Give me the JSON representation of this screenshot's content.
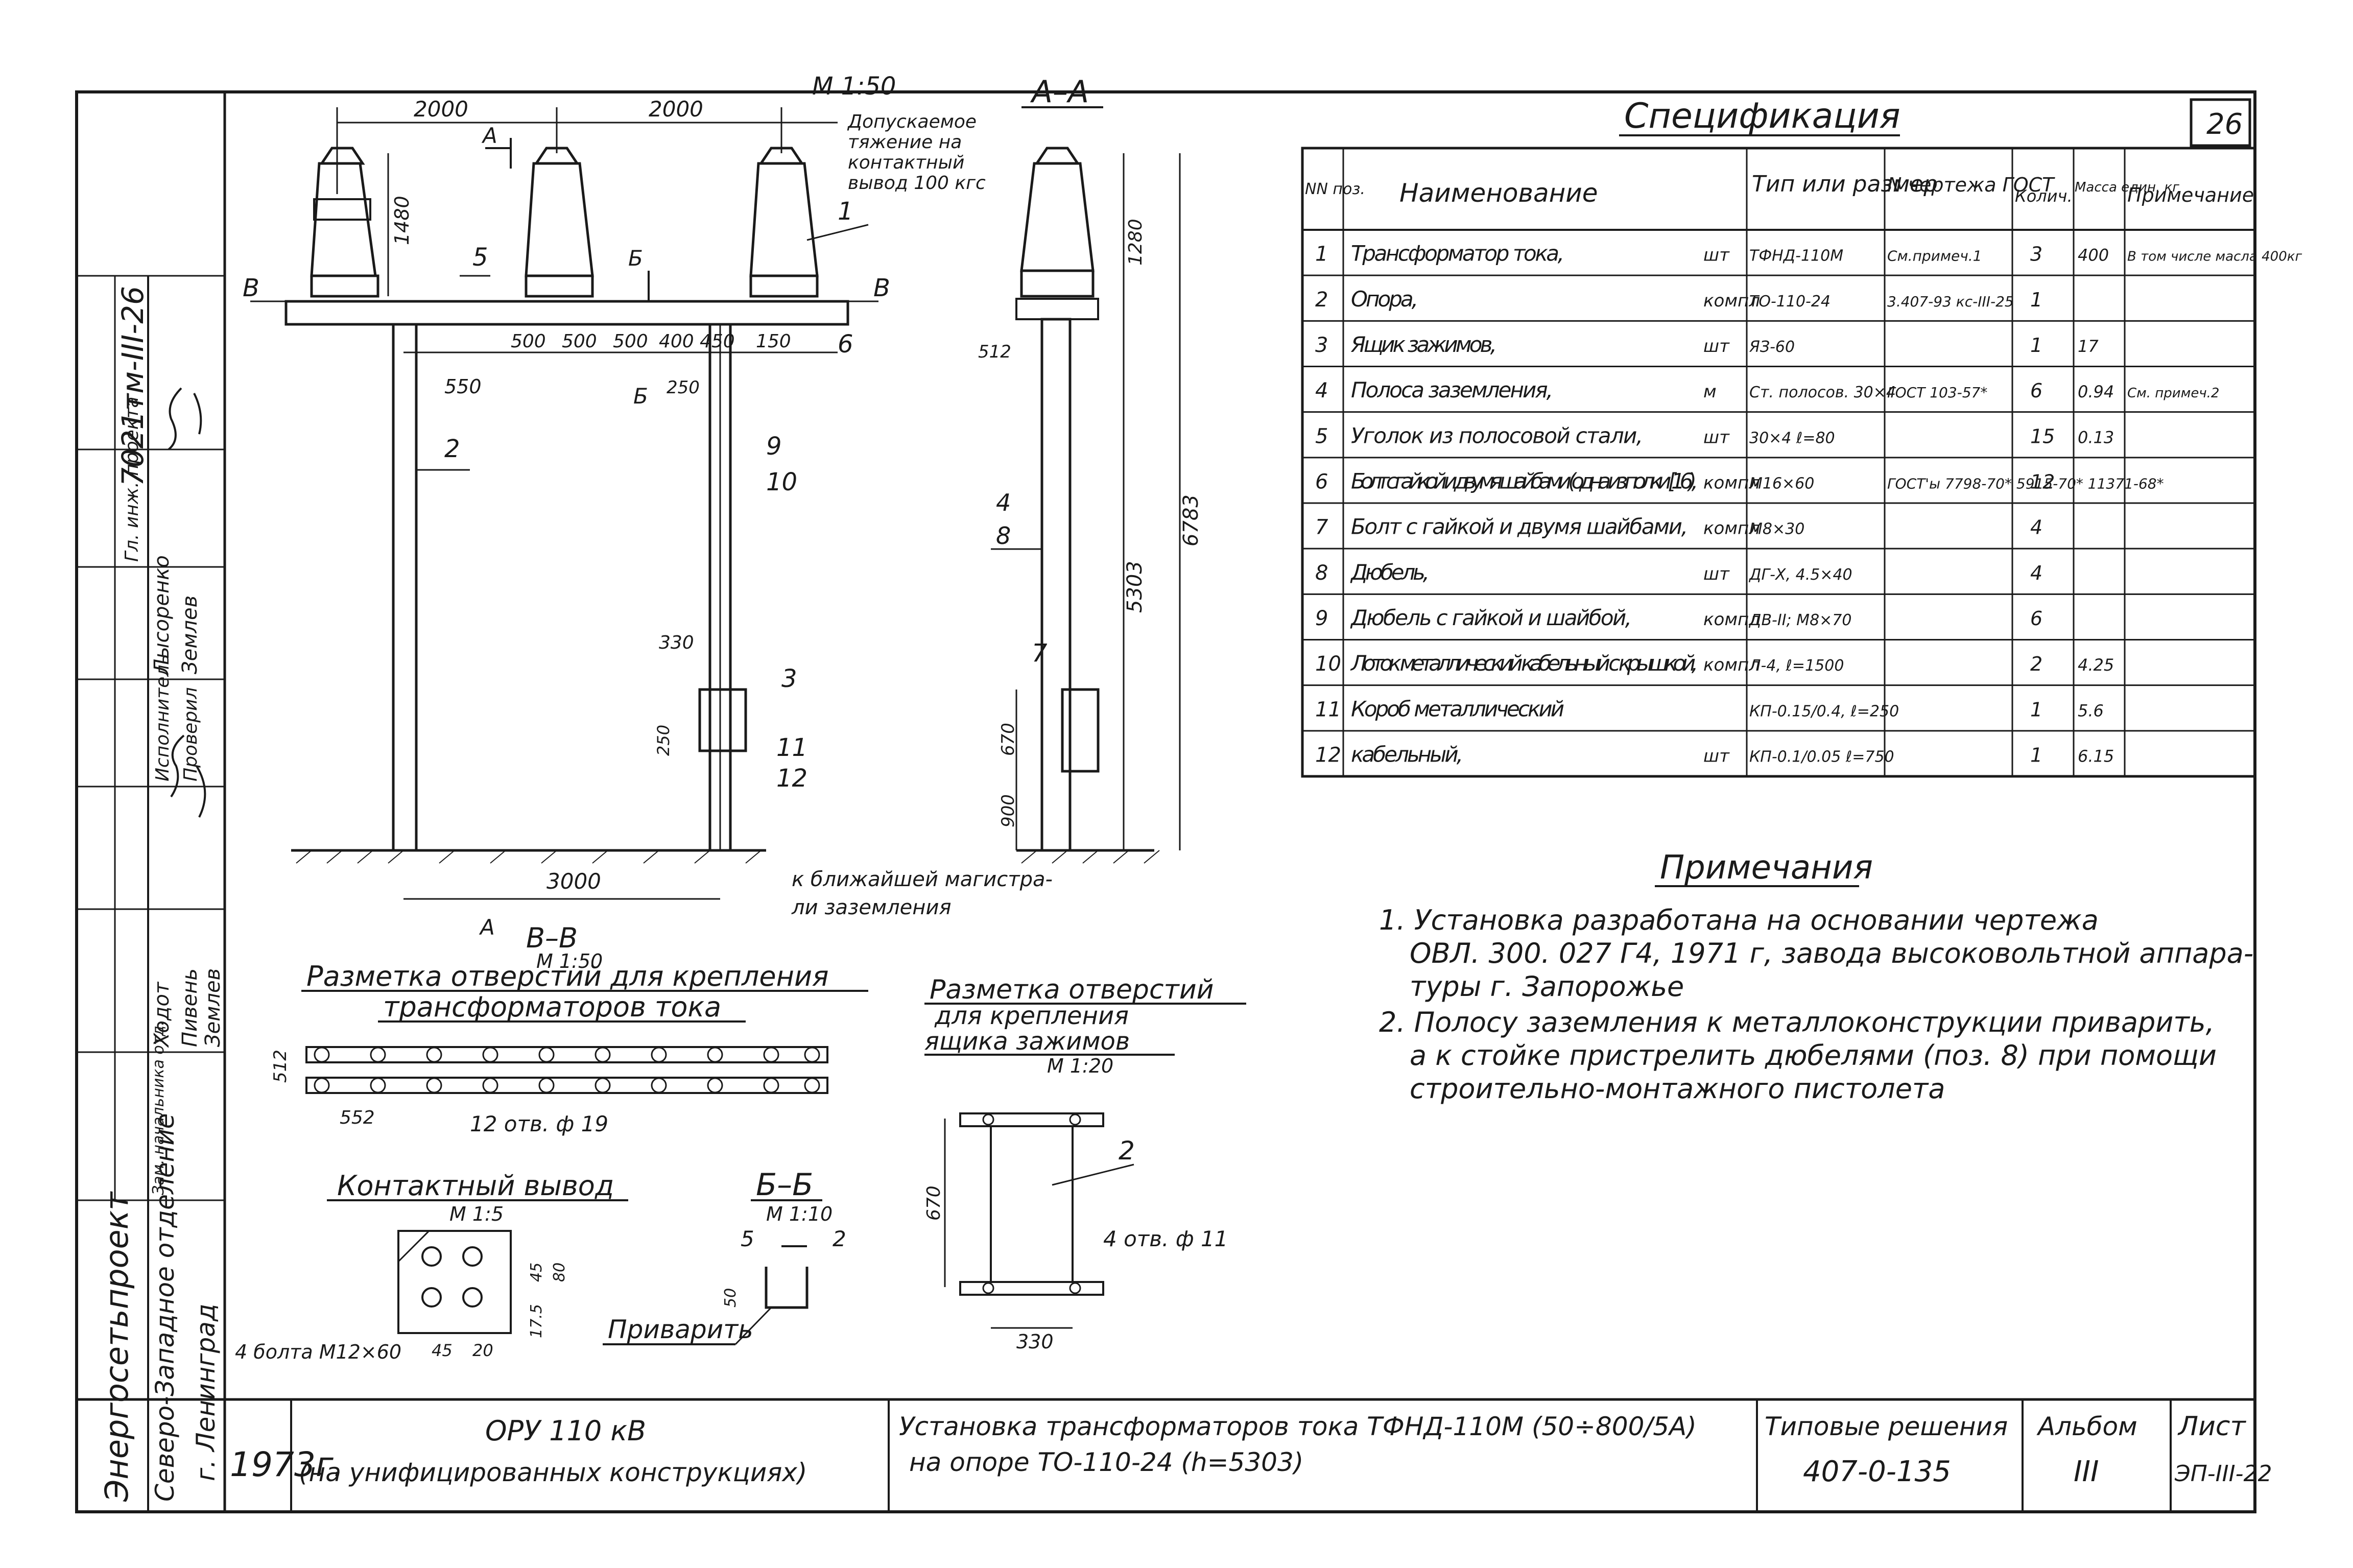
{
  "sheet_no": "26",
  "scale_main": "М 1:50",
  "spec": {
    "title": "Спецификация",
    "headers": [
      "NN поз.",
      "Наименование",
      "Тип или размер",
      "N чертежа ГОСТ",
      "Колич.",
      "Масса един. кг",
      "Примечание"
    ],
    "rows": [
      {
        "pos": "1",
        "name": "Трансформатор тока,",
        "unit": "шт",
        "type": "ТФНД-110М",
        "doc": "См.примеч.1",
        "qty": "3",
        "mass": "400",
        "note": "В том числе масла 400кг"
      },
      {
        "pos": "2",
        "name": "Опора,",
        "unit": "компл",
        "type": "ТО-110-24",
        "doc": "3.407-93 кс-III-25",
        "qty": "1",
        "mass": "",
        "note": ""
      },
      {
        "pos": "3",
        "name": "Ящик зажимов,",
        "unit": "шт",
        "type": "ЯЗ-60",
        "doc": "",
        "qty": "1",
        "mass": "17",
        "note": ""
      },
      {
        "pos": "4",
        "name": "Полоса заземления,",
        "unit": "м",
        "type": "Ст. полосов. 30×4",
        "doc": "ГОСТ 103-57*",
        "qty": "6",
        "mass": "0.94",
        "note": "См. примеч.2"
      },
      {
        "pos": "5",
        "name": "Уголок из полосовой стали,",
        "unit": "шт",
        "type": "30×4 ℓ=80",
        "doc": "",
        "qty": "15",
        "mass": "0.13",
        "note": ""
      },
      {
        "pos": "6",
        "name": "Болт с гайкой и двумя шайбами (одна из полки [16),",
        "unit": "компл",
        "type": "М16×60",
        "doc": "ГОСТ'ы 7798-70* 5915-70* 11371-68*",
        "qty": "12",
        "mass": "",
        "note": ""
      },
      {
        "pos": "7",
        "name": "Болт с гайкой и двумя шайбами,",
        "unit": "компл",
        "type": "М8×30",
        "doc": "",
        "qty": "4",
        "mass": "",
        "note": ""
      },
      {
        "pos": "8",
        "name": "Дюбель,",
        "unit": "шт",
        "type": "ДГ-Х, 4.5×40",
        "doc": "",
        "qty": "4",
        "mass": "",
        "note": ""
      },
      {
        "pos": "9",
        "name": "Дюбель с гайкой и шайбой,",
        "unit": "компл",
        "type": "ДВ-II; М8×70",
        "doc": "",
        "qty": "6",
        "mass": "",
        "note": ""
      },
      {
        "pos": "10",
        "name": "Лоток металлический кабельный с крышкой,",
        "unit": "компл",
        "type": "Л-4, ℓ=1500",
        "doc": "",
        "qty": "2",
        "mass": "4.25",
        "note": ""
      },
      {
        "pos": "11",
        "name": "Короб металлический",
        "unit": "",
        "type": "КП-0.15/0.4, ℓ=250",
        "doc": "",
        "qty": "1",
        "mass": "5.6",
        "note": ""
      },
      {
        "pos": "12",
        "name": "кабельный,",
        "unit": "шт",
        "type": "КП-0.1/0.05 ℓ=750",
        "doc": "",
        "qty": "1",
        "mass": "6.15",
        "note": ""
      }
    ]
  },
  "notes": {
    "title": "Примечания",
    "lines": [
      "1. Установка разработана на основании чертежа",
      "ОВЛ. 300. 027 Г4, 1971 г, завода высоковольтной аппара-",
      "туры г. Запорожье",
      "2. Полосу заземления к металлоконструкции приварить,",
      "а к стойке пристрелить дюбелями (поз. 8) при помощи",
      "строительно-монтажного пистолета"
    ]
  },
  "drawing": {
    "dims_top": [
      "2000",
      "2000"
    ],
    "dim_1480": "1480",
    "dims_row": [
      "550",
      "500",
      "500",
      "500",
      "400",
      "450",
      "150"
    ],
    "dim_250": "250",
    "dim_3000": "3000",
    "dim_330": "330",
    "dim_250b": "250",
    "pos_labels": [
      "1",
      "2",
      "5",
      "6",
      "9",
      "10",
      "3",
      "11",
      "12",
      "4",
      "8",
      "7"
    ],
    "sec_A": "А",
    "sec_B": "Б",
    "sec_V": "В",
    "allow_load": [
      "Допускаемое",
      "тяжение на",
      "контактный",
      "вывод 100 кгс"
    ],
    "to_ground": [
      "к ближайшей магистра-",
      "ли заземления"
    ],
    "aa_title": "А–А",
    "aa_dims": [
      "1280",
      "512",
      "5303",
      "6783",
      "670",
      "900"
    ]
  },
  "views": {
    "vv_title": "В–В",
    "vv_scale": "М 1:50",
    "vv_caption": [
      "Разметка отверстий для крепления",
      "трансформаторов тока"
    ],
    "vv_dims": [
      "512",
      "552",
      "12 отв. ф 19"
    ],
    "box_caption": [
      "Разметка отверстий",
      "для крепления",
      "ящика зажимов"
    ],
    "box_scale": "М 1:20",
    "box_dims": [
      "670",
      "330",
      "4 отв. ф 11",
      "2"
    ],
    "kv_title": "Контактный вывод",
    "kv_scale": "М 1:5",
    "kv_dims": [
      "45",
      "80",
      "17.5",
      "45",
      "20",
      "4 болта М12×60"
    ],
    "bb_title": "Б–Б",
    "bb_scale": "М 1:10",
    "bb_labels": [
      "5",
      "2",
      "50"
    ],
    "privarit": "Приварить"
  },
  "left_strip": {
    "doc_code": "7021тм-III-26",
    "roles": [
      "Гл. инж. проекта",
      "Исполнитель",
      "Проверил",
      "Зам. начальника отд.",
      "Ходот",
      "Пивень"
    ],
    "names": [
      "Лысоренко",
      "Землев",
      "Землев",
      "Ходот",
      "Пивень",
      "Землев"
    ],
    "org": [
      "Энергосетьпроект",
      "Северо-Западное отделение",
      "г. Ленинград"
    ]
  },
  "title_block": {
    "year": "1973г.",
    "object": "ОРУ 110 кВ",
    "object_sub": "(на унифицированных конструкциях)",
    "desc1": "Установка трансформаторов тока ТФНД-110М (50÷800/5А)",
    "desc2": "на опоре ТО-110-24 (h=5303)",
    "typ_label": "Типовые решения",
    "typ_value": "407-0-135",
    "album_label": "Альбом",
    "album_value": "III",
    "sheet_label": "Лист",
    "sheet_value": "ЭП-III-22"
  }
}
